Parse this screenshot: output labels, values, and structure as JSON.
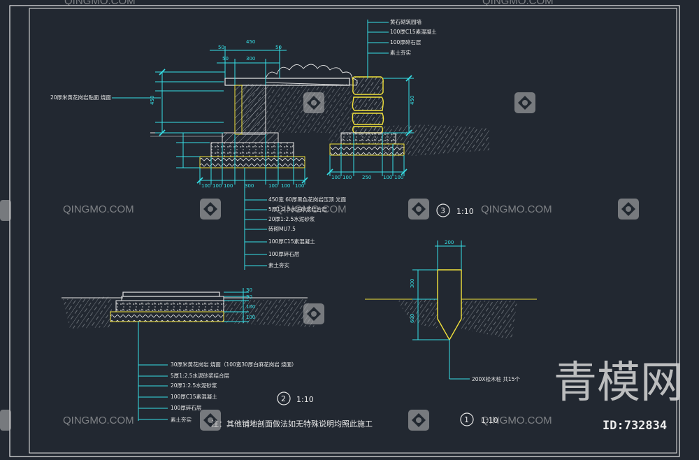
{
  "drawing": {
    "colors": {
      "background": "#222831",
      "frame": "#e8e8e8",
      "cyan": "#36e0e6",
      "yellow": "#f2e23c",
      "white": "#e8e8e8",
      "hatch": "#9aa0a6"
    },
    "section3": {
      "left_label": "20厚米黄花岗岩贴面  烧面",
      "dim_left_overall": "450",
      "dim_right_overall": "450",
      "top_dims": [
        "50",
        "450",
        "300",
        "50",
        "50"
      ],
      "bottom_dims": [
        "100",
        "100",
        "100",
        "300",
        "100",
        "100",
        "100"
      ],
      "bottom_dims_right": [
        "100",
        "100",
        "250",
        "100",
        "100"
      ],
      "right_callouts": [
        "黄石砌筑园墙",
        "100厚C15素混凝土",
        "100厚碎石层",
        "素土夯实"
      ],
      "bottom_callouts": [
        "450宽 60厚黑色花岗岩压顶 光面",
        "5厚1:2.5水泥砂浆结合层",
        "20厚1:2.5水泥砂浆",
        "砖砌MU7.5",
        "100厚C15素混凝土",
        "100厚碎石层",
        "素土夯实"
      ],
      "number": "3",
      "scale": "1:10"
    },
    "section2": {
      "callouts": [
        "30厚米黄花岗岩 烧面（100宽30厚白麻花岗岩 烧面）",
        "5厚1:2.5水泥砂浆结合层",
        "20厚1:2.5水泥砂浆",
        "100厚C15素混凝土",
        "100厚碎石层",
        "素土夯实"
      ],
      "dims": [
        "30",
        "30",
        "100",
        "100"
      ],
      "number": "2",
      "scale": "1:10"
    },
    "section1": {
      "dim_top": "200",
      "dims_left": [
        "300",
        "600"
      ],
      "callout": "200X松木桩 共15个",
      "number": "1",
      "scale": "1:10"
    },
    "note": "注：其他铺地剖面做法如无特殊说明均照此施工"
  },
  "watermark": {
    "brand_latin": "QINGMO.COM",
    "brand_cn": "青模网",
    "id_label": "ID:732834"
  }
}
